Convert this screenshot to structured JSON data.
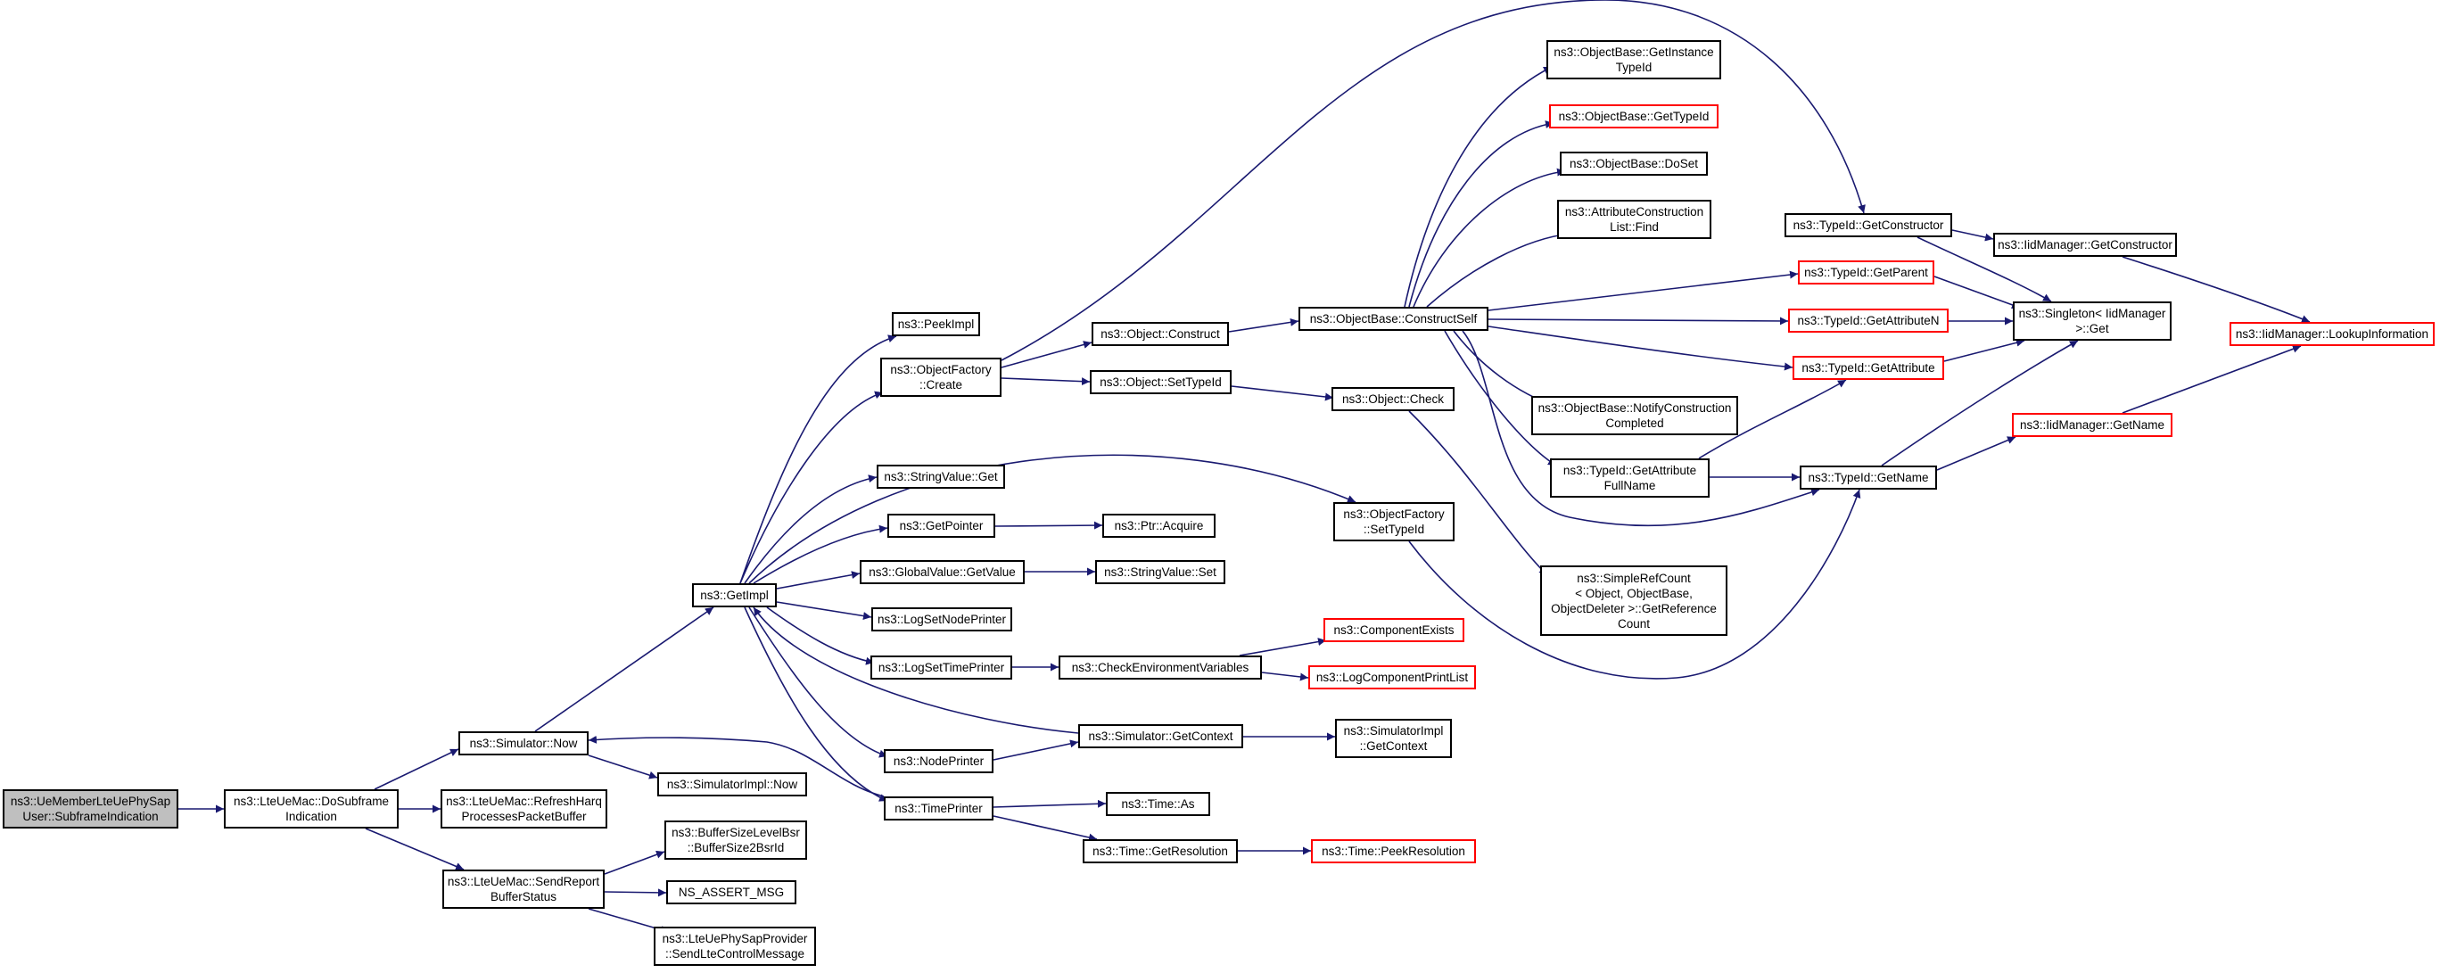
{
  "colors": {
    "edge": "#191970",
    "border": "#000000",
    "link_border": "#ff0000",
    "root_fill": "#bfbfbf"
  },
  "nodes": {
    "root": "ns3::UeMemberLteUePhySap\nUser::SubframeIndication",
    "dosubframe": "ns3::LteUeMac::DoSubframe\nIndication",
    "simnow": "ns3::Simulator::Now",
    "refreshharq": "ns3::LteUeMac::RefreshHarq\nProcessesPacketBuffer",
    "sendreport": "ns3::LteUeMac::SendReport\nBufferStatus",
    "simimplnow": "ns3::SimulatorImpl::Now",
    "buffersize": "ns3::BufferSizeLevelBsr\n::BufferSize2BsrId",
    "nsassert": "NS_ASSERT_MSG",
    "sendltectrl": "ns3::LteUePhySapProvider\n::SendLteControlMessage",
    "getimpl": "ns3::GetImpl",
    "peekimpl": "ns3::PeekImpl",
    "objfactorycreate": "ns3::ObjectFactory\n::Create",
    "stringvalueget": "ns3::StringValue::Get",
    "getpointer": "ns3::GetPointer",
    "globalvalue": "ns3::GlobalValue::GetValue",
    "lognodeprinter": "ns3::LogSetNodePrinter",
    "logtimeprinter": "ns3::LogSetTimePrinter",
    "nodeprinter": "ns3::NodePrinter",
    "timeprinter": "ns3::TimePrinter",
    "objconstruct": "ns3::Object::Construct",
    "objsettypeid": "ns3::Object::SetTypeId",
    "ptracquire": "ns3::Ptr::Acquire",
    "stringvalueset": "ns3::StringValue::Set",
    "checkenv": "ns3::CheckEnvironmentVariables",
    "simgetcontext": "ns3::Simulator::GetContext",
    "timeas": "ns3::Time::As",
    "timegetres": "ns3::Time::GetResolution",
    "objbaseconstruct": "ns3::ObjectBase::ConstructSelf",
    "objcheck": "ns3::Object::Check",
    "objfactorysettypeid": "ns3::ObjectFactory\n::SetTypeId",
    "componentexists": "ns3::ComponentExists",
    "logcomponentprint": "ns3::LogComponentPrintList",
    "simimplgetcontext": "ns3::SimulatorImpl\n::GetContext",
    "timepeekres": "ns3::Time::PeekResolution",
    "objbasegetinstance": "ns3::ObjectBase::GetInstance\nTypeId",
    "objbasegettypeid": "ns3::ObjectBase::GetTypeId",
    "objbasedoset": "ns3::ObjectBase::DoSet",
    "attrconstruction": "ns3::AttributeConstruction\nList::Find",
    "objbasenotify": "ns3::ObjectBase::NotifyConstruction\nCompleted",
    "typeidgetattrfull": "ns3::TypeId::GetAttribute\nFullName",
    "simplerefcount": "ns3::SimpleRefCount\n< Object, ObjectBase,\nObjectDeleter >::GetReference\nCount",
    "typeidgetconstructor": "ns3::TypeId::GetConstructor",
    "typeidgetparent": "ns3::TypeId::GetParent",
    "typeidgetattrn": "ns3::TypeId::GetAttributeN",
    "typeidgetattr": "ns3::TypeId::GetAttribute",
    "typeidgetname": "ns3::TypeId::GetName",
    "iidgetconstructor": "ns3::IidManager::GetConstructor",
    "singleton": "ns3::Singleton< IidManager\n >::Get",
    "iidgetname": "ns3::IidManager::GetName",
    "iidlookup": "ns3::IidManager::LookupInformation"
  }
}
